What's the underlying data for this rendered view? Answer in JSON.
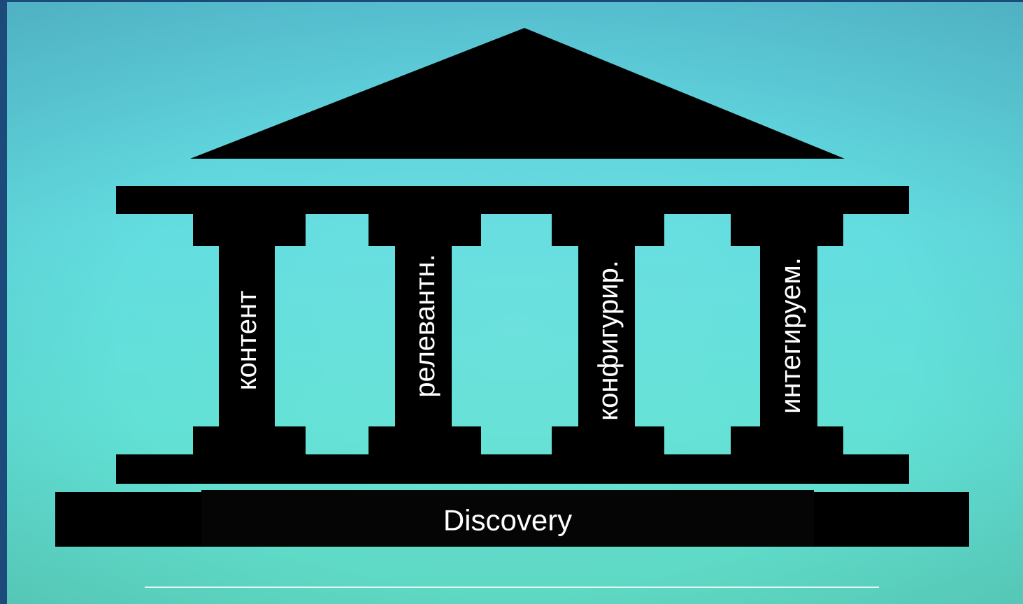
{
  "diagram": {
    "pillars": [
      {
        "label": "контент"
      },
      {
        "label": "релевантн."
      },
      {
        "label": "конфигурир."
      },
      {
        "label": "интегируем."
      }
    ],
    "foundation_label": "Discovery"
  },
  "colors": {
    "background_top": "#59c4d4",
    "background_bottom": "#5ed8c2",
    "frame": "#1c4a7a",
    "shape": "#000000",
    "text": "#ffffff"
  }
}
